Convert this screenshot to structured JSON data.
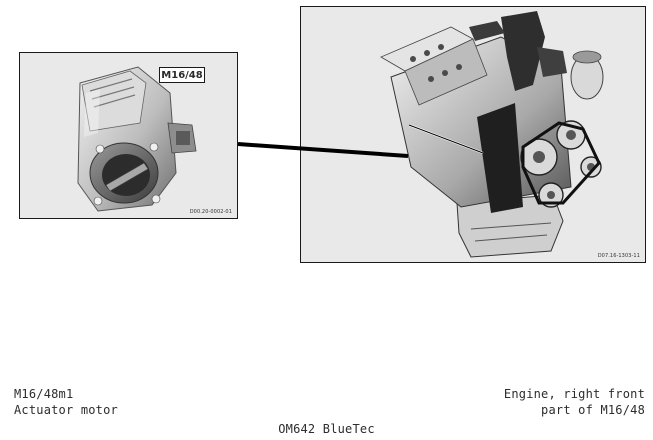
{
  "callout_label": "M16/48",
  "left_panel": {
    "ref_code": "D00.20-0002-01"
  },
  "right_panel": {
    "ref_code": "D07.16-1303-11"
  },
  "captions": {
    "left_line1": "M16/48m1",
    "left_line2": "Actuator motor",
    "right_line1": "Engine, right front",
    "right_line2": "part of M16/48",
    "bottom": "OM642 BlueTec"
  },
  "colors": {
    "panel_bg": "#e9e9e9",
    "border": "#1a1a1a",
    "connector": "#000000"
  }
}
